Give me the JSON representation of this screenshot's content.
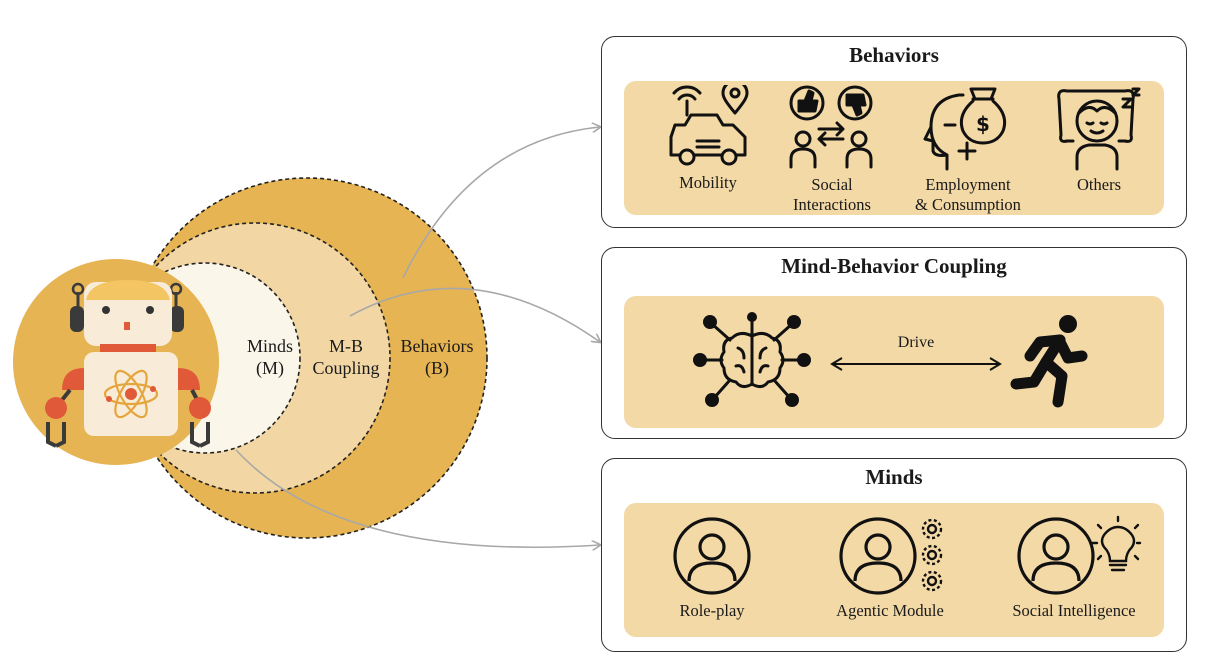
{
  "circles": {
    "minds": {
      "label": "Minds",
      "abbr": "(M)"
    },
    "coupling": {
      "label": "M-B",
      "sub": "Coupling"
    },
    "behaviors": {
      "label": "Behaviors",
      "abbr": "(B)"
    }
  },
  "panels": {
    "behaviors": {
      "title": "Behaviors",
      "items": [
        {
          "icon": "car-with-location-pin-icon",
          "label": "Mobility"
        },
        {
          "icon": "thumbs-up-down-exchange-icon",
          "label_line1": "Social",
          "label_line2": "Interactions"
        },
        {
          "icon": "head-with-money-bag-icon",
          "label_line1": "Employment",
          "label_line2": "& Consumption"
        },
        {
          "icon": "sleeping-person-icon",
          "label": "Others"
        }
      ]
    },
    "coupling": {
      "title": "Mind-Behavior Coupling",
      "arrow_label": "Drive",
      "left_icon": "brain-network-icon",
      "right_icon": "running-person-icon"
    },
    "minds": {
      "title": "Minds",
      "items": [
        {
          "icon": "person-circle-icon",
          "label": "Role-play"
        },
        {
          "icon": "person-with-gears-icon",
          "label": "Agentic Module"
        },
        {
          "icon": "person-with-lightbulb-icon",
          "label": "Social Intelligence"
        }
      ]
    }
  },
  "colors": {
    "outer_ring": "#e6b452",
    "middle_ring": "#f2d7a4",
    "inner_ring": "#fbf6ea",
    "panel_fill": "#f3d9a6",
    "robot_bg": "#e6b452",
    "arrow": "#a8a8a8"
  }
}
